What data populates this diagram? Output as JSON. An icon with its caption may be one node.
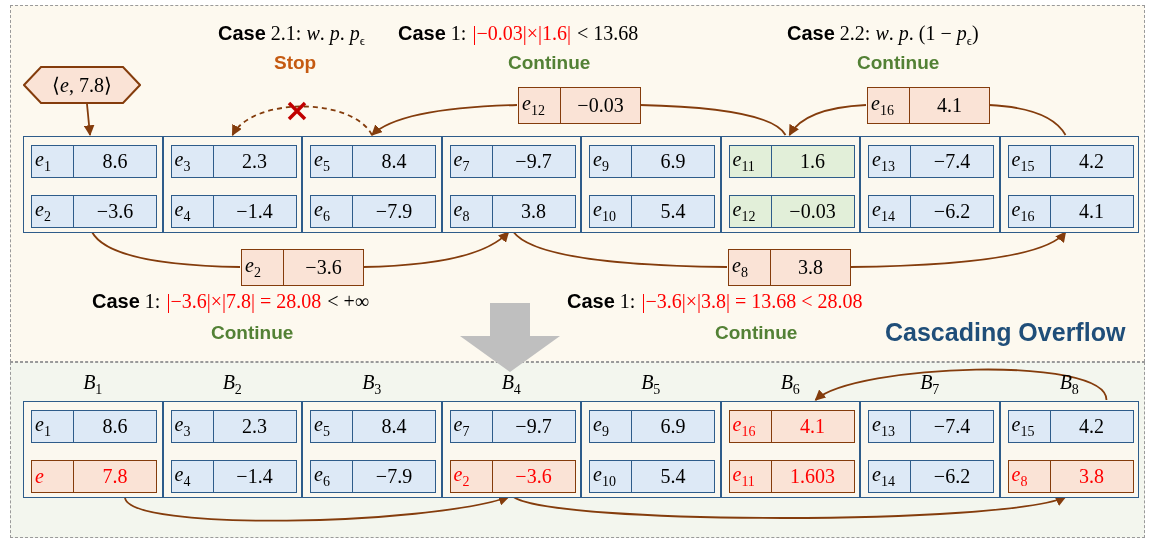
{
  "diagram": {
    "nodes": [
      {
        "text": [],
        "shape": "box"
      },
      {
        "text": [
          "⟨*e*, 7.8⟩"
        ],
        "in": 0
      },
      {
        "text": [],
        "shape": "box",
        "in": 0
      },
      {
        "text": [],
        "shape": "box",
        "in": 0
      },
      {
        "text": [],
        "shape": "box",
        "in": 0
      },
      {
        "text": [],
        "shape": "box",
        "in": 0
      },
      {
        "text": [],
        "shape": "box",
        "in": 0
      },
      {
        "text": [],
        "shape": "box",
        "in": 0
      },
      {
        "text": [],
        "shape": "box",
        "in": 0
      },
      {
        "text": [],
        "shape": "box",
        "in": 0
      },
      {
        "text": [
          "e$_{1}$",
          "8.6"
        ],
        "in": 2
      },
      {
        "text": [
          "e$_{2}$",
          "−3.6"
        ],
        "in": 2
      },
      {
        "text": [
          "e$_{3}$",
          "2.3"
        ],
        "in": 3
      },
      {
        "text": [
          "e$_{4}$",
          "−1.4"
        ],
        "in": 3
      },
      {
        "text": [
          "e$_{5}$",
          "8.4"
        ],
        "in": 4
      },
      {
        "text": [
          "e$_{6}$",
          "−7.9"
        ],
        "in": 4
      },
      {
        "text": [
          "e$_{7}$",
          "−9.7"
        ],
        "in": 5
      },
      {
        "text": [
          "e$_{8}$",
          "3.8"
        ],
        "in": 5
      },
      {
        "text": [
          "e$_{9}$",
          "6.9"
        ],
        "in": 6
      },
      {
        "text": [
          "e$_{10}$",
          "5.4"
        ],
        "in": 6
      },
      {
        "text": [
          "e$_{11}$",
          "1.6"
        ],
        "in": 7
      },
      {
        "text": [
          "e$_{12}$",
          "−0.03"
        ],
        "in": 7
      },
      {
        "text": [
          "e$_{13}$",
          "−7.4"
        ],
        "in": 8
      },
      {
        "text": [
          "e$_{14}$",
          "−6.2"
        ],
        "in": 8
      },
      {
        "text": [
          "e$_{15}$",
          "4.2"
        ],
        "in": 9
      },
      {
        "text": [
          "e$_{16}$",
          "4.1"
        ],
        "in": 9
      },
      {
        "text": [
          "e$_{12}$",
          "−0.03"
        ],
        "in": 0
      },
      {
        "text": [
          "e$_{16}$",
          "4.1"
        ],
        "in": 0
      },
      {
        "text": [
          "e$_{2}$",
          "−3.6"
        ],
        "in": 0
      },
      {
        "text": [
          "e$_{8}$",
          "3.8"
        ],
        "in": 0
      },
      {
        "text": [],
        "shape": "box"
      },
      {
        "text": [],
        "shape": "box",
        "in": 30,
        "beside": [
          "B$_{1}$"
        ]
      },
      {
        "text": [],
        "shape": "box",
        "in": 30,
        "beside": [
          "B$_{2}$"
        ]
      },
      {
        "text": [],
        "shape": "box",
        "in": 30,
        "beside": [
          "B$_{3}$"
        ]
      },
      {
        "text": [],
        "shape": "box",
        "in": 30,
        "beside": [
          "B$_{4}$"
        ]
      },
      {
        "text": [],
        "shape": "box",
        "in": 30,
        "beside": [
          "B$_{5}$"
        ]
      },
      {
        "text": [],
        "shape": "box",
        "in": 30,
        "beside": [
          "B$_{6}$"
        ]
      },
      {
        "text": [],
        "shape": "box",
        "in": 30,
        "beside": [
          "B$_{7}$"
        ]
      },
      {
        "text": [],
        "shape": "box",
        "in": 30,
        "beside": [
          "B$_{8}$"
        ]
      },
      {
        "text": [
          "e$_{1}$",
          "8.6"
        ],
        "in": 31
      },
      {
        "text": [
          "e",
          "7.8"
        ],
        "in": 31
      },
      {
        "text": [
          "e$_{3}$",
          "2.3"
        ],
        "in": 32
      },
      {
        "text": [
          "e$_{4}$",
          "−1.4"
        ],
        "in": 32
      },
      {
        "text": [
          "e$_{5}$",
          "8.4"
        ],
        "in": 33
      },
      {
        "text": [
          "e$_{6}$",
          "−7.9"
        ],
        "in": 33
      },
      {
        "text": [
          "e$_{7}$",
          "−9.7"
        ],
        "in": 34
      },
      {
        "text": [
          "e$_{2}$",
          "−3.6"
        ],
        "in": 34
      },
      {
        "text": [
          "e$_{9}$",
          "6.9"
        ],
        "in": 35
      },
      {
        "text": [
          "e$_{10}$",
          "5.4"
        ],
        "in": 35
      },
      {
        "text": [
          "e$_{16}$",
          "4.1"
        ],
        "in": 36
      },
      {
        "text": [
          "e$_{11}$",
          "1.603"
        ],
        "in": 36
      },
      {
        "text": [
          "e$_{13}$",
          "−7.4"
        ],
        "in": 37
      },
      {
        "text": [
          "e$_{14}$",
          "−6.2"
        ],
        "in": 37
      },
      {
        "text": [
          "e$_{15}$",
          "4.2"
        ],
        "in": 38
      },
      {
        "text": [
          "e$_{8}$",
          "3.8"
        ],
        "in": 38
      }
    ],
    "edges": [
      {
        "from": 1,
        "to": 2,
        "arrow": "to"
      },
      {
        "from": 2,
        "to": 28,
        "arrow": "none"
      },
      {
        "from": 28,
        "to": 5,
        "arrow": "to"
      },
      {
        "from": 5,
        "to": 29,
        "arrow": "none"
      },
      {
        "from": 29,
        "to": 9,
        "arrow": "to"
      },
      {
        "from": 9,
        "to": 27,
        "arrow": "none"
      },
      {
        "from": 27,
        "to": 7,
        "arrow": "to"
      },
      {
        "from": 7,
        "to": 26,
        "arrow": "none"
      },
      {
        "from": 26,
        "to": 4,
        "arrow": "to"
      },
      {
        "from": 4,
        "to": 3,
        "arrow": "to",
        "style": "dashed"
      },
      {
        "from": 31,
        "to": 34,
        "arrow": "to"
      },
      {
        "from": 34,
        "to": 38,
        "arrow": "to"
      },
      {
        "from": 38,
        "to": 36,
        "arrow": "to"
      }
    ],
    "labels": [
      "**Case** 2.1: *w*. *p*. *p*$_{ϵ}$",
      "Stop",
      "**Case** 1:",
      "|−0.03|×|1.6|",
      "< 13.68",
      "Continue",
      "**Case** 2.2: *w*. *p*. (1 − *p*$_{ϵ}$)",
      "Continue",
      "**Case** 1:",
      "|−3.6|×|7.8| = 28.08",
      "< +∞",
      "Continue",
      "**Case** 1:",
      "|−3.6|×|3.8| = 13.68 < 28.08",
      "Continue",
      "Cascading Overflow"
    ]
  }
}
